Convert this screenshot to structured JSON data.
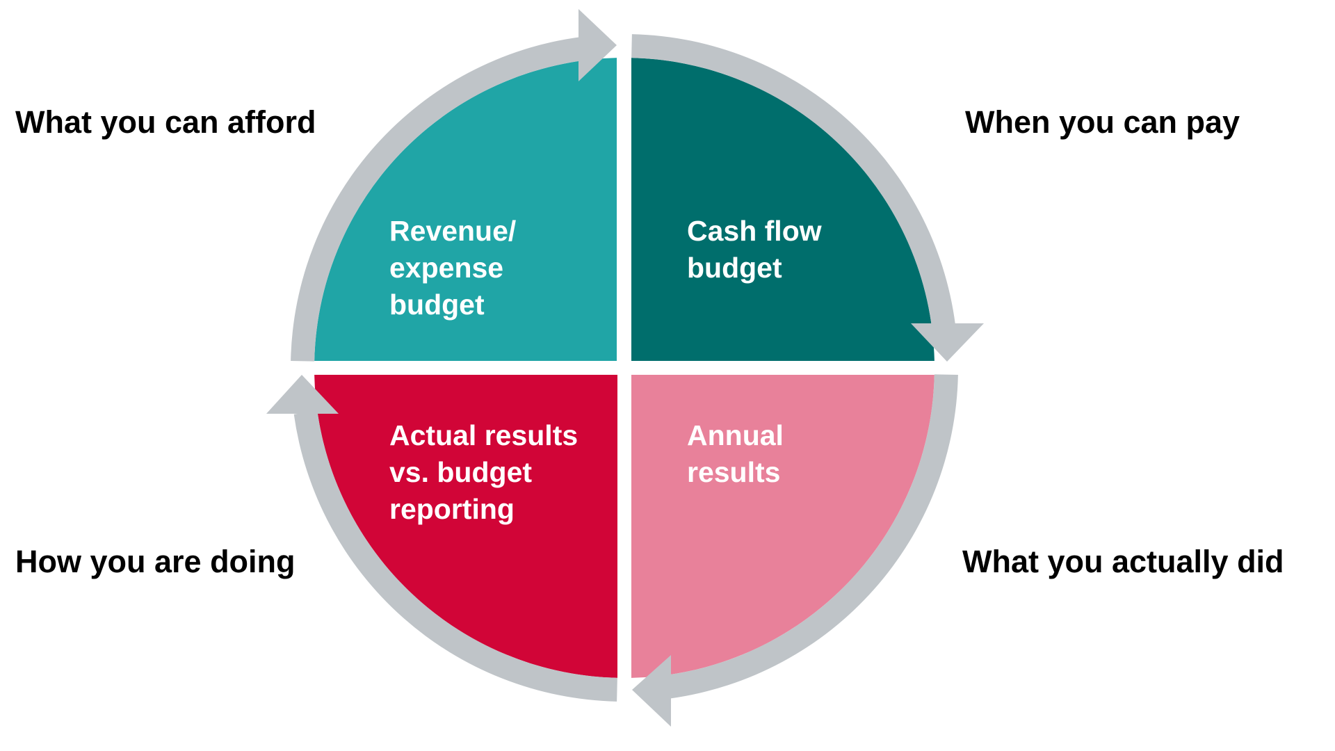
{
  "diagram": {
    "type": "cycle",
    "title": "",
    "colors": {
      "ring": "#BFC4C8",
      "background": "#FFFFFF",
      "outer_text": "#000000",
      "inner_text": "#FFFFFF"
    },
    "quadrants": [
      {
        "id": "top-left",
        "lines": [
          "Revenue/",
          "expense",
          "budget"
        ],
        "color": "#20A5A6",
        "outer_label": "What you can afford"
      },
      {
        "id": "top-right",
        "lines": [
          "Cash flow",
          "budget"
        ],
        "color": "#006E6C",
        "outer_label": "When you can pay"
      },
      {
        "id": "bottom-right",
        "lines": [
          "Annual",
          "results"
        ],
        "color": "#E8819A",
        "outer_label": "What you actually did"
      },
      {
        "id": "bottom-left",
        "lines": [
          "Actual results",
          "vs. budget",
          "reporting"
        ],
        "color": "#D10537",
        "outer_label": "How you are doing"
      }
    ],
    "cycle_direction": "clockwise"
  }
}
